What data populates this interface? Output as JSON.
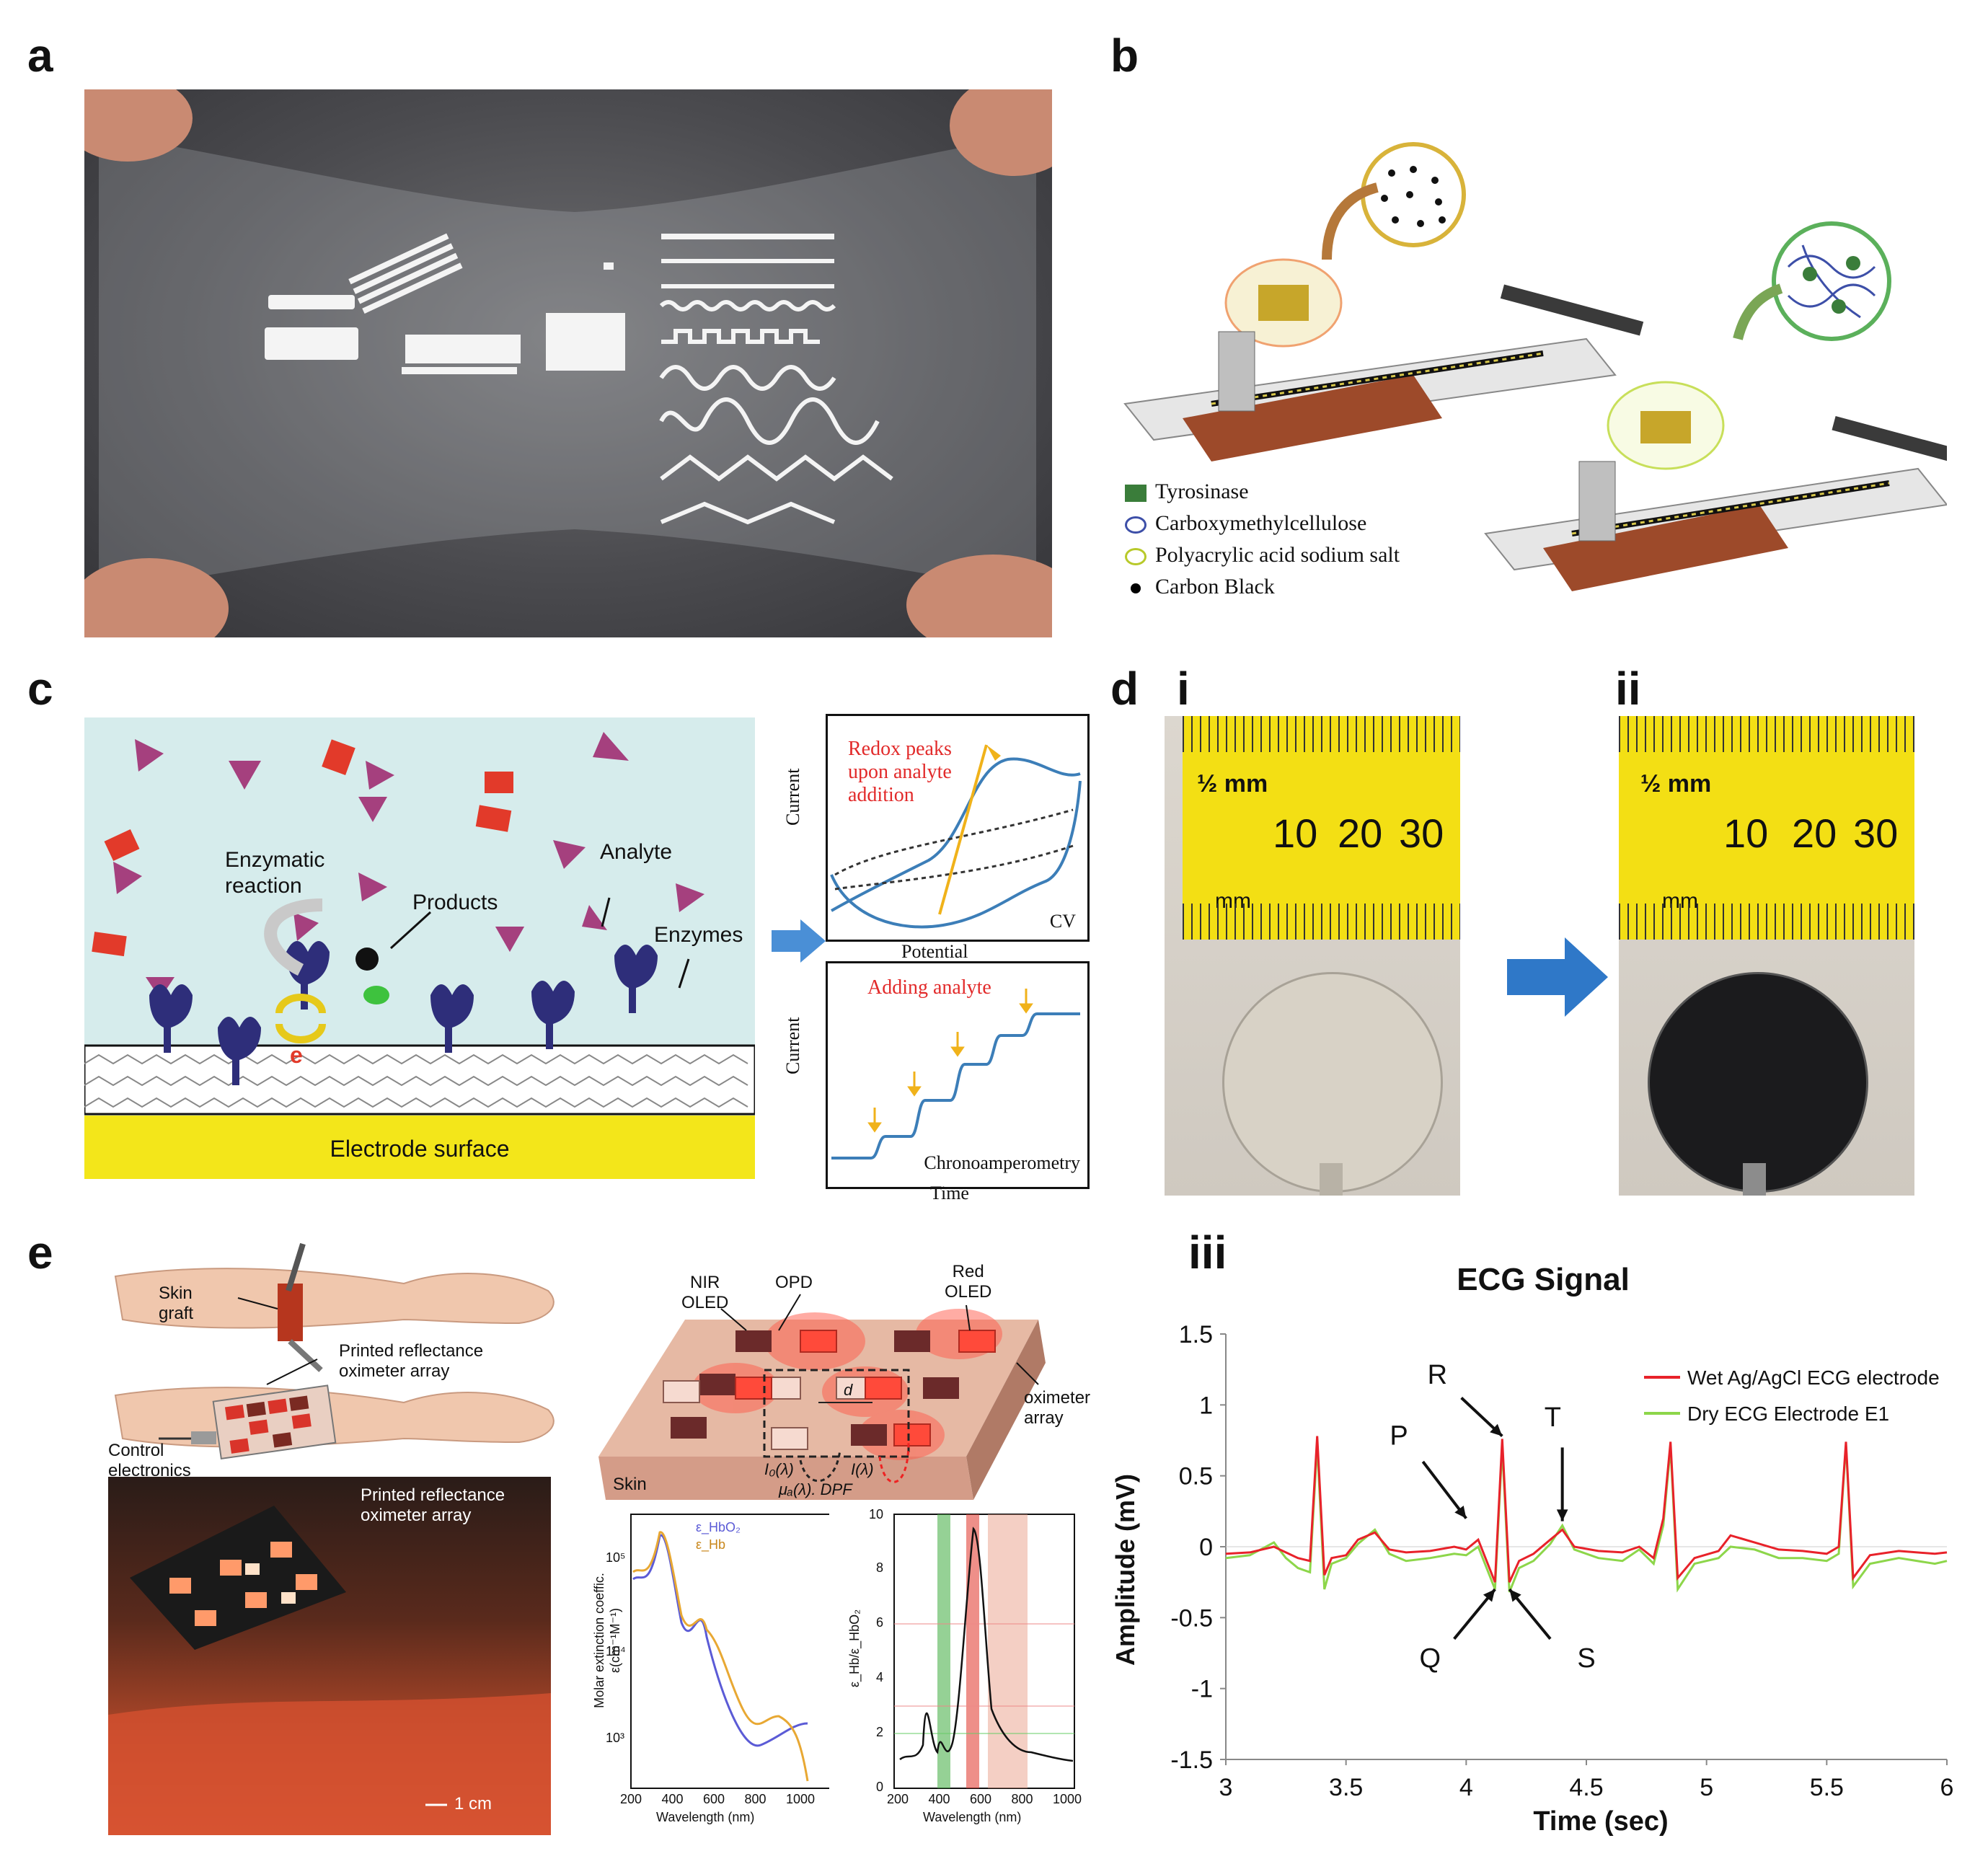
{
  "panel_labels": {
    "a": "a",
    "b": "b",
    "c": "c",
    "d": "d",
    "e": "e",
    "d_i": "i",
    "d_ii": "ii",
    "d_iii": "iii"
  },
  "panel_b": {
    "legend": [
      {
        "label": "Tyrosinase",
        "color": "#3a7d3a"
      },
      {
        "label": "Carboxymethylcellulose",
        "color": "#3d4fa8"
      },
      {
        "label": "Polyacrylic acid sodium salt",
        "color": "#b8c92a"
      },
      {
        "label": "Carbon Black",
        "color": "#000000"
      }
    ]
  },
  "panel_c": {
    "labels": {
      "enzymatic_reaction": "Enzymatic\nreaction",
      "products": "Products",
      "analyte": "Analyte",
      "enzymes": "Enzymes",
      "electron": "e",
      "electrode_surface": "Electrode surface"
    },
    "cv": {
      "note": "Redox peaks\nupon analyte\naddition",
      "ylabel": "Current",
      "xlabel": "Potential",
      "tag": "CV"
    },
    "ca": {
      "note": "Adding analyte",
      "ylabel": "Current",
      "xlabel": "Time",
      "tag": "Chronoamperometry"
    }
  },
  "panel_d": {
    "ruler_top": "½ mm",
    "ruler_nums": [
      "10",
      "20",
      "30"
    ],
    "ruler_bottom": "mm"
  },
  "panel_e": {
    "labels": {
      "skin_graft": "Skin\ngraft",
      "printed_array": "Printed reflectance\noximeter array",
      "control": "Control\nelectronics",
      "photo_label": "Printed reflectance\noximeter array",
      "scale": "1 cm",
      "nir": "NIR\nOLED",
      "opd": "OPD",
      "red": "Red\nOLED",
      "oximeter": "oximeter\narray",
      "skin": "Skin",
      "d": "d",
      "i0": "I₀(λ)",
      "i": "I(λ)",
      "mu": "μₐ(λ). DPF"
    },
    "spectra1": {
      "ylabel": "Molar extinction coeffic.\nε(cm⁻¹M⁻¹)",
      "xlabel": "Wavelength (nm)",
      "xticks": [
        "200",
        "400",
        "600",
        "800",
        "1000"
      ],
      "yticks": [
        "10⁵",
        "10⁴",
        "10³"
      ],
      "legend": [
        "ε_HbO₂",
        "ε_Hb"
      ],
      "colors": [
        "#5b5bd6",
        "#e8a833"
      ]
    },
    "spectra2": {
      "ylabel": "ε_Hb/ε_HbO₂",
      "xlabel": "Wavelength (nm)",
      "xticks": [
        "200",
        "400",
        "600",
        "800",
        "1000"
      ],
      "yticks": [
        "0",
        "2",
        "4",
        "6",
        "8",
        "10"
      ]
    }
  },
  "chart_data": {
    "type": "line",
    "title": "ECG Signal",
    "xlabel": "Time (sec)",
    "ylabel": "Amplitude (mV)",
    "xlim": [
      3,
      6
    ],
    "ylim": [
      -1.5,
      1.5
    ],
    "xticks": [
      "3",
      "3.5",
      "4",
      "4.5",
      "5",
      "5.5",
      "6"
    ],
    "yticks": [
      "1.5",
      "1",
      "0.5",
      "0",
      "-0.5",
      "-1",
      "-1.5"
    ],
    "legend_position": "top-right",
    "series": [
      {
        "name": "Wet Ag/AgCl ECG electrode",
        "color": "#e8222a",
        "x": [
          3.0,
          3.1,
          3.2,
          3.25,
          3.3,
          3.35,
          3.38,
          3.41,
          3.44,
          3.5,
          3.55,
          3.62,
          3.68,
          3.75,
          3.85,
          3.95,
          4.0,
          4.05,
          4.12,
          4.15,
          4.18,
          4.22,
          4.28,
          4.35,
          4.4,
          4.45,
          4.55,
          4.65,
          4.72,
          4.78,
          4.82,
          4.85,
          4.88,
          4.95,
          5.05,
          5.1,
          5.2,
          5.3,
          5.4,
          5.5,
          5.55,
          5.58,
          5.61,
          5.68,
          5.8,
          5.95,
          6.0
        ],
        "y": [
          -0.05,
          -0.04,
          0.0,
          -0.04,
          -0.08,
          -0.1,
          0.78,
          -0.2,
          -0.08,
          -0.06,
          0.05,
          0.1,
          -0.02,
          -0.04,
          -0.03,
          0.0,
          -0.02,
          0.05,
          -0.25,
          0.76,
          -0.25,
          -0.1,
          -0.05,
          0.05,
          0.12,
          0.0,
          -0.03,
          -0.04,
          0.0,
          -0.08,
          0.2,
          0.74,
          -0.22,
          -0.08,
          -0.03,
          0.08,
          0.03,
          -0.02,
          -0.03,
          -0.05,
          0.0,
          0.74,
          -0.22,
          -0.06,
          -0.03,
          -0.05,
          -0.04
        ]
      },
      {
        "name": "Dry ECG Electrode E1",
        "color": "#8dd64a",
        "x": [
          3.0,
          3.1,
          3.2,
          3.25,
          3.3,
          3.35,
          3.38,
          3.41,
          3.44,
          3.5,
          3.55,
          3.62,
          3.68,
          3.75,
          3.85,
          3.95,
          4.0,
          4.05,
          4.12,
          4.15,
          4.18,
          4.22,
          4.28,
          4.35,
          4.4,
          4.45,
          4.55,
          4.65,
          4.72,
          4.78,
          4.82,
          4.85,
          4.88,
          4.95,
          5.05,
          5.1,
          5.2,
          5.3,
          5.4,
          5.5,
          5.55,
          5.58,
          5.61,
          5.68,
          5.8,
          5.95,
          6.0
        ],
        "y": [
          -0.08,
          -0.06,
          0.03,
          -0.08,
          -0.15,
          -0.18,
          0.72,
          -0.3,
          -0.12,
          -0.08,
          0.02,
          0.12,
          -0.05,
          -0.1,
          -0.08,
          -0.05,
          -0.06,
          0.0,
          -0.3,
          0.7,
          -0.32,
          -0.15,
          -0.1,
          0.02,
          0.15,
          -0.02,
          -0.08,
          -0.1,
          -0.02,
          -0.12,
          0.15,
          0.7,
          -0.3,
          -0.12,
          -0.08,
          0.0,
          -0.02,
          -0.08,
          -0.08,
          -0.1,
          -0.05,
          0.72,
          -0.28,
          -0.12,
          -0.08,
          -0.12,
          -0.1
        ]
      }
    ],
    "annotations": [
      "P",
      "Q",
      "R",
      "S",
      "T"
    ]
  }
}
